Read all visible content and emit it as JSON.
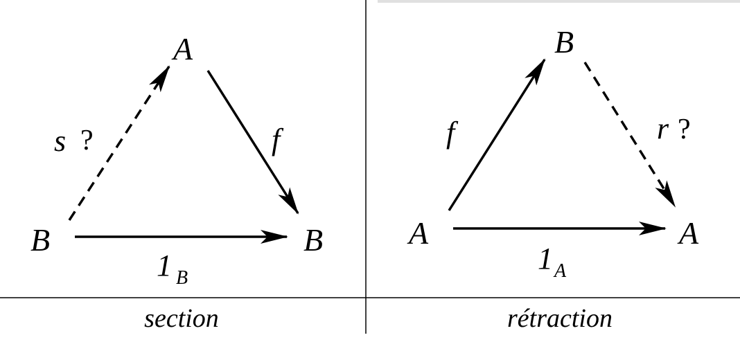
{
  "panels": [
    {
      "caption": "section",
      "nodes": {
        "top": "A",
        "bottom_left": "B",
        "bottom_right": "B"
      },
      "edges": {
        "left": {
          "label": "s",
          "mark": "?"
        },
        "right": {
          "label": "f"
        },
        "bottom": {
          "label": "1",
          "subscript": "B"
        }
      }
    },
    {
      "caption": "rétraction",
      "nodes": {
        "top": "B",
        "bottom_left": "A",
        "bottom_right": "A"
      },
      "edges": {
        "left": {
          "label": "f"
        },
        "right": {
          "label": "r",
          "mark": "?"
        },
        "bottom": {
          "label": "1",
          "subscript": "A"
        }
      }
    }
  ]
}
